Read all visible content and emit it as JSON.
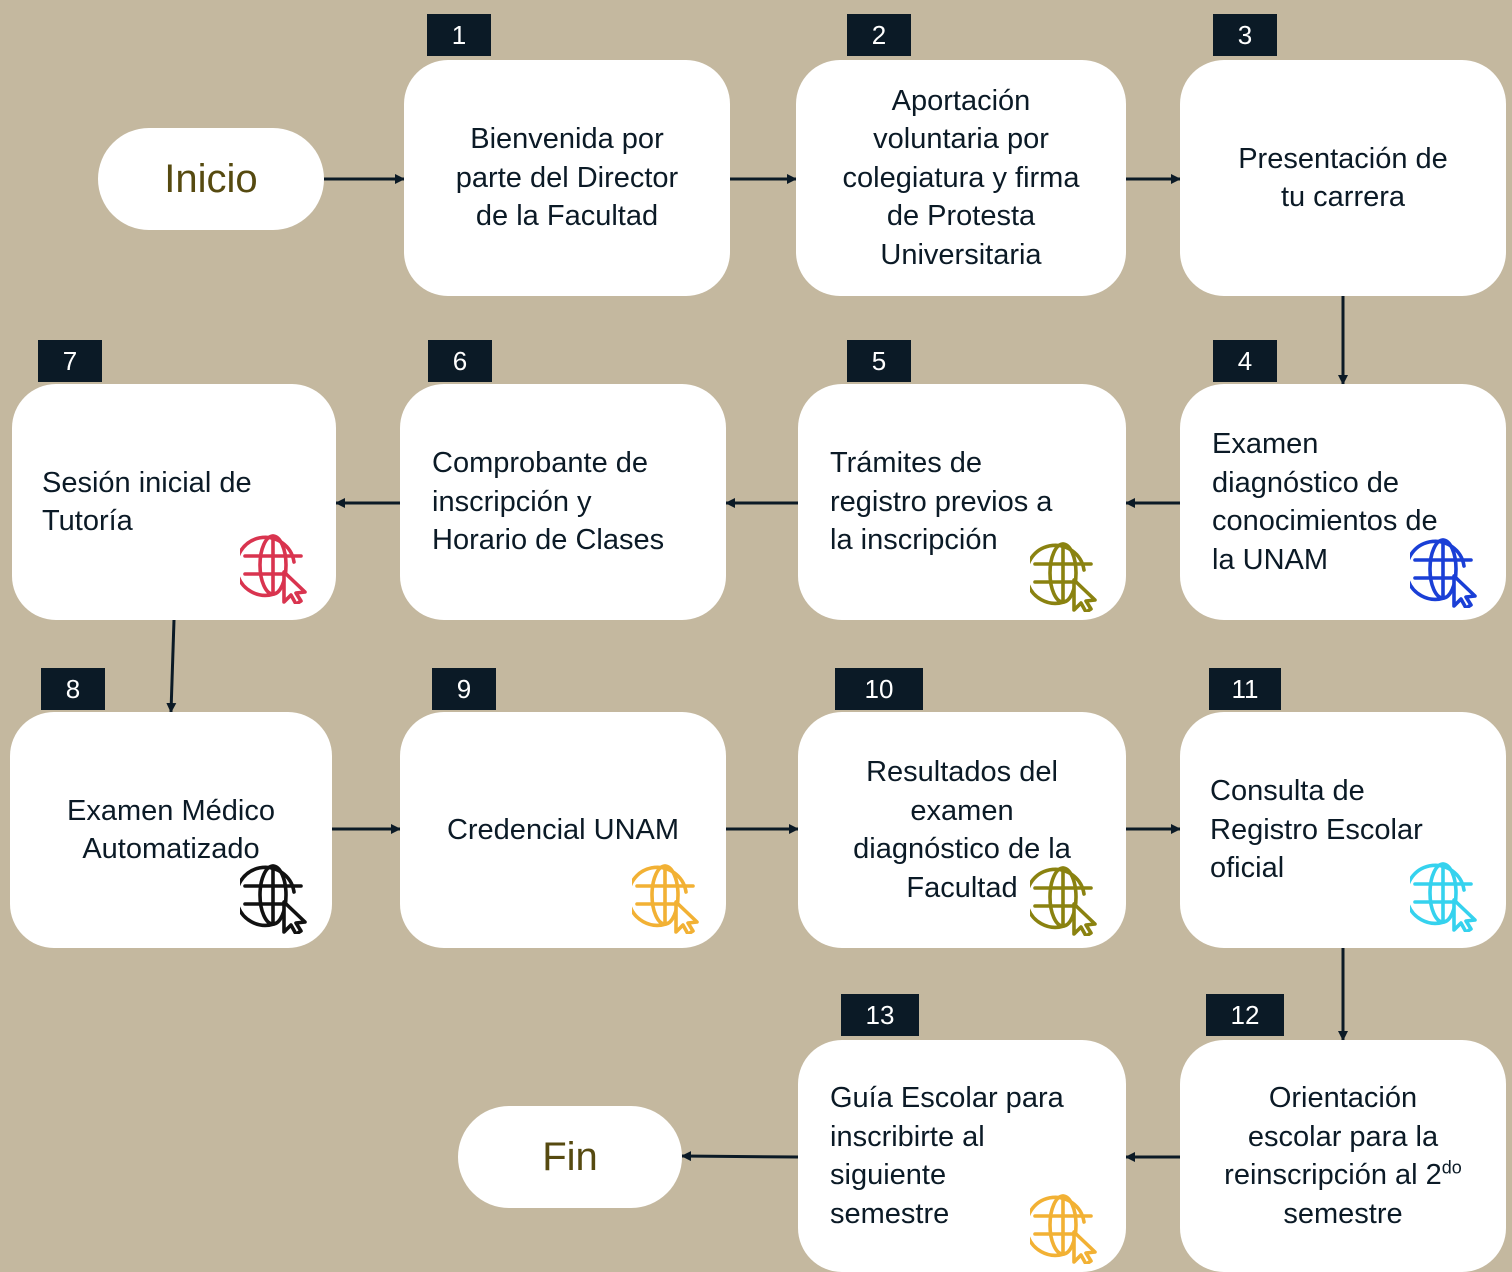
{
  "colors": {
    "background": "#c4b89f",
    "box": "#ffffff",
    "badge": "#0b1a26",
    "text": "#0b1a26",
    "terminal_text": "#564a10",
    "arrow": "#0b1a26"
  },
  "terminals": {
    "start": "Inicio",
    "end": "Fin"
  },
  "steps": [
    {
      "number": "1",
      "text": "Bienvenida por\nparte del Director\nde la Facultad"
    },
    {
      "number": "2",
      "text": "Aportación\nvoluntaria por\ncolegiatura y firma\nde Protesta\nUniversitaria"
    },
    {
      "number": "3",
      "text": "Presentación de\ntu carrera"
    },
    {
      "number": "4",
      "text": "Examen\ndiagnóstico de\nconocimientos de\nla UNAM",
      "icon": "globe-cursor-icon",
      "icon_color": "#1a3fd6"
    },
    {
      "number": "5",
      "text": "Trámites de\nregistro previos a\nla inscripción",
      "icon": "globe-cursor-icon",
      "icon_color": "#8a8210"
    },
    {
      "number": "6",
      "text": "Comprobante de\ninscripción y\nHorario de Clases"
    },
    {
      "number": "7",
      "text": "Sesión inicial de\nTutoría",
      "icon": "globe-cursor-icon",
      "icon_color": "#d9344f"
    },
    {
      "number": "8",
      "text": "Examen Médico\nAutomatizado",
      "icon": "globe-cursor-icon",
      "icon_color": "#111111"
    },
    {
      "number": "9",
      "text": "Credencial UNAM",
      "icon": "globe-cursor-icon",
      "icon_color": "#f2b134"
    },
    {
      "number": "10",
      "text": "Resultados del\nexamen\ndiagnóstico de la\nFacultad",
      "icon": "globe-cursor-icon",
      "icon_color": "#8a8210"
    },
    {
      "number": "11",
      "text": "Consulta de\nRegistro Escolar\noficial",
      "icon": "globe-cursor-icon",
      "icon_color": "#35d2ee"
    },
    {
      "number": "12",
      "text": "Orientación\nescolar para la\nreinscripción al 2",
      "superscript": "do",
      "text_after": "\nsemestre"
    },
    {
      "number": "13",
      "text": "Guía Escolar para\ninscribirte al\nsiguiente\nsemestre",
      "icon": "globe-cursor-icon",
      "icon_color": "#f2b134"
    }
  ]
}
